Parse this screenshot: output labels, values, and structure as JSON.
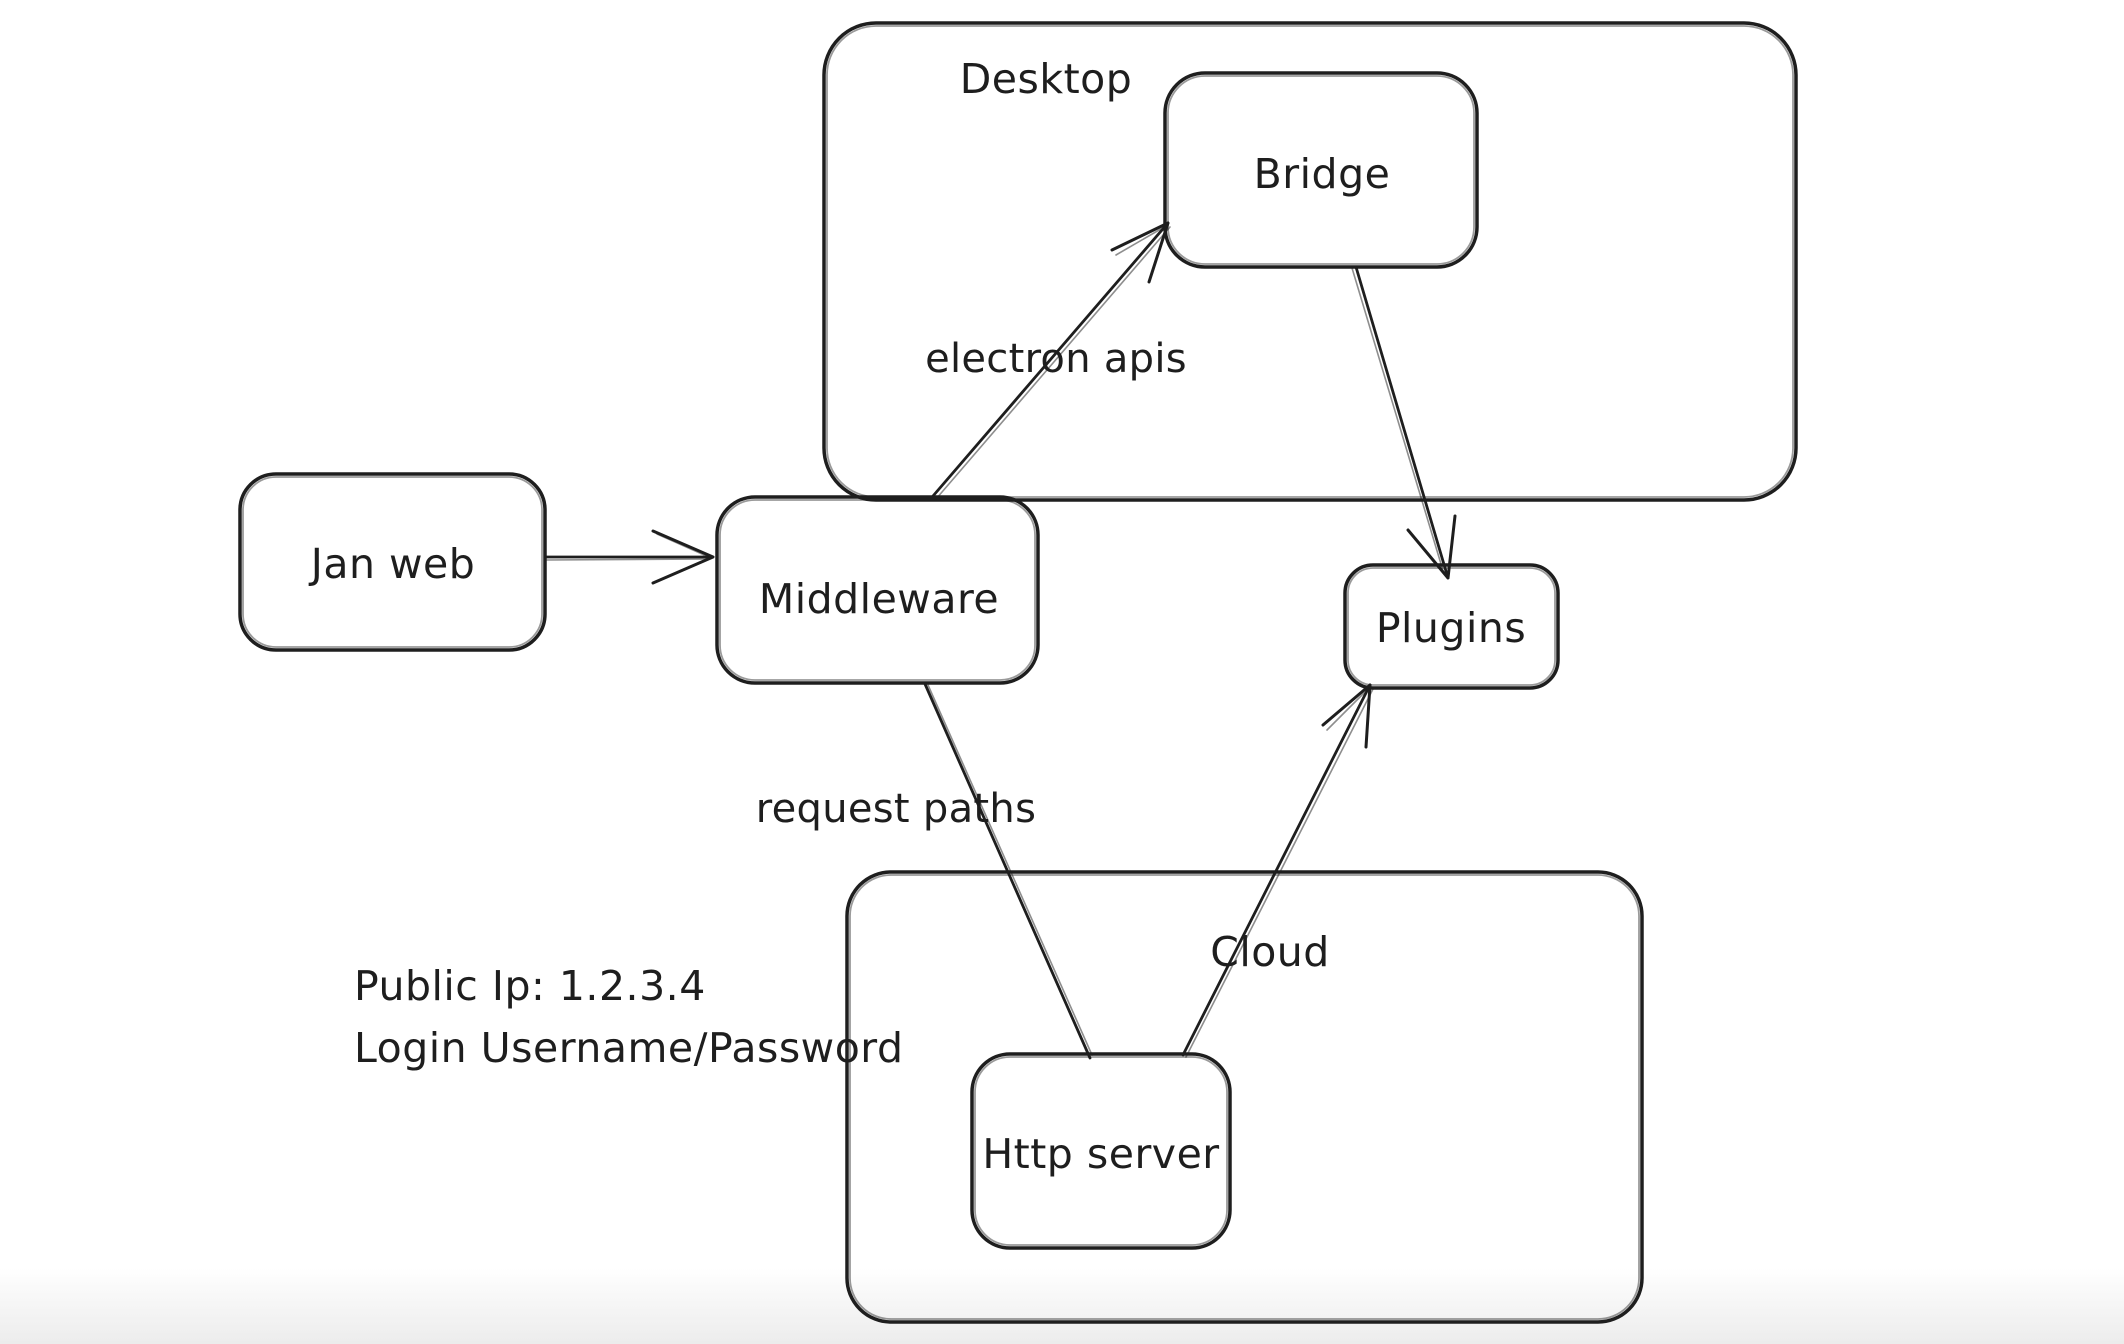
{
  "page": {
    "background": "#ffffff",
    "ink": "#1e1e1e",
    "bottom_fade": "#ececec"
  },
  "diagram": {
    "containers": [
      {
        "id": "desktop",
        "label": "Desktop"
      },
      {
        "id": "cloud",
        "label": "Cloud"
      }
    ],
    "nodes": [
      {
        "id": "jan-web",
        "label": "Jan web"
      },
      {
        "id": "middleware",
        "label": "Middleware"
      },
      {
        "id": "bridge",
        "label": "Bridge"
      },
      {
        "id": "plugins",
        "label": "Plugins"
      },
      {
        "id": "http-server",
        "label": "Http server"
      }
    ],
    "edges": [
      {
        "id": "jan-web-to-middleware",
        "from": "Jan web",
        "to": "Middleware",
        "label": ""
      },
      {
        "id": "middleware-to-bridge",
        "from": "Middleware",
        "to": "Bridge",
        "label": "electron apis"
      },
      {
        "id": "bridge-to-plugins",
        "from": "Bridge",
        "to": "Plugins",
        "label": ""
      },
      {
        "id": "middleware-to-http-server",
        "from": "Middleware",
        "to": "Http server",
        "label": "request paths"
      },
      {
        "id": "http-server-to-plugins",
        "from": "Http server",
        "to": "Plugins",
        "label": ""
      }
    ],
    "annotations": [
      {
        "id": "public-ip",
        "text": "Public Ip: 1.2.3.4"
      },
      {
        "id": "login",
        "text": "Login Username/Password"
      }
    ]
  }
}
